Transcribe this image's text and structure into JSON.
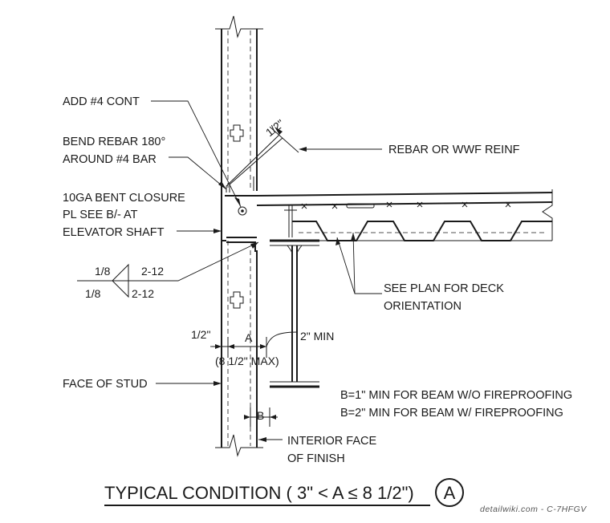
{
  "labels": {
    "add_cont": "ADD #4 CONT",
    "bend_line1": "BEND REBAR 180°",
    "bend_line2": "AROUND #4 BAR",
    "closure_line1": "10GA BENT CLOSURE",
    "closure_line2": "PL SEE B/- AT",
    "closure_line3": "ELEVATOR SHAFT",
    "half_inch_rebar": "1/2\"",
    "rebar_wwf": "REBAR OR WWF REINF",
    "deck_line1": "SEE PLAN FOR DECK",
    "deck_line2": "ORIENTATION",
    "face_of_stud": "FACE OF STUD",
    "interior_line1": "INTERIOR FACE",
    "interior_line2": "OF FINISH",
    "note_b1": "B=1\" MIN FOR BEAM W/O FIREPROOFING",
    "note_b2": "B=2\" MIN FOR BEAM W/ FIREPROOFING"
  },
  "weld": {
    "size_top": "1/8",
    "length_top": "2-12",
    "size_bottom": "1/8",
    "length_bottom": "2-12"
  },
  "dimensions": {
    "half_inch": "1/2\"",
    "a": "A",
    "a_max": "(8 1/2\" MAX)",
    "two_min": "2\" MIN",
    "b": "B"
  },
  "title": {
    "text": "TYPICAL CONDITION ( 3\" < A ≤ 8 1/2\")",
    "marker": "A"
  },
  "watermark": "detailwiki.com - C-7HFGV"
}
